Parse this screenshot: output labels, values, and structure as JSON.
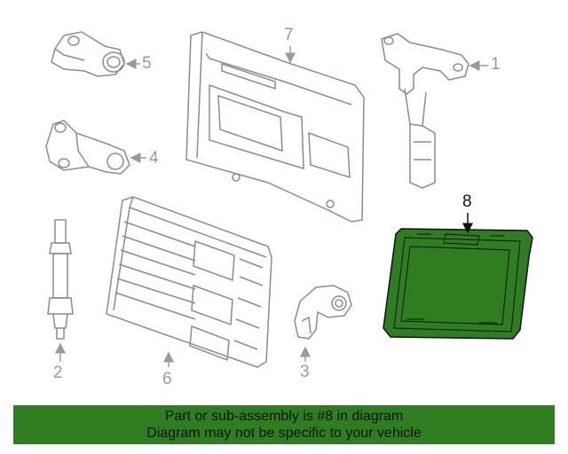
{
  "callouts": {
    "c1": "1",
    "c2": "2",
    "c3": "3",
    "c4": "4",
    "c5": "5",
    "c6": "6",
    "c7": "7",
    "c8": "8"
  },
  "highlight": {
    "part_number": "8",
    "fill_color": "#2e7d20",
    "banner_color": "#2e7d20"
  },
  "banner": {
    "line1": "Part or sub-assembly is #8 in diagram",
    "line2": "Diagram may not be specific to your vehicle"
  }
}
